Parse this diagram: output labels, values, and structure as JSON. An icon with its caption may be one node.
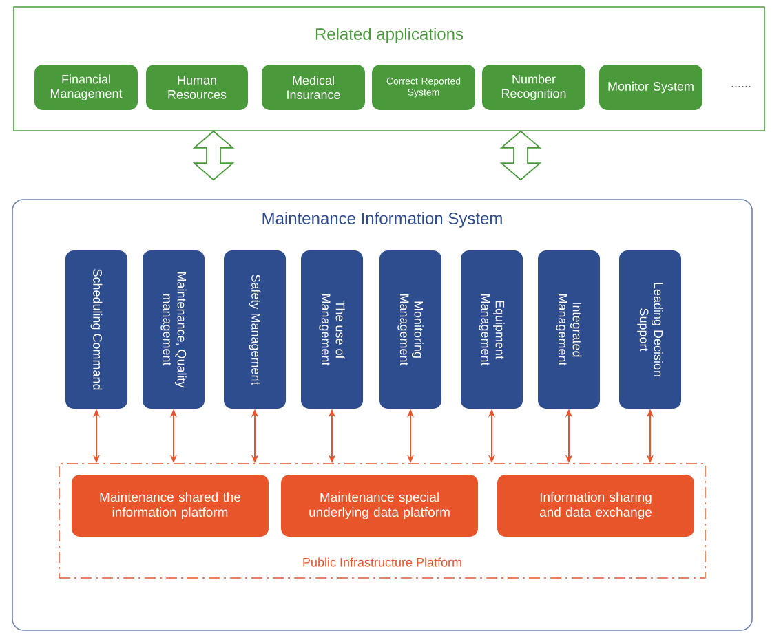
{
  "diagram": {
    "nodes": [
      {
        "text": [
          "Related applications"
        ]
      },
      {
        "text": [
          "Financial Management"
        ],
        "in": 0
      },
      {
        "text": [
          "Human Resources"
        ],
        "in": 0
      },
      {
        "text": [
          "Medical Insurance"
        ],
        "in": 0
      },
      {
        "text": [
          "Correct Reported System"
        ],
        "in": 0
      },
      {
        "text": [
          "Number Recognition"
        ],
        "in": 0
      },
      {
        "text": [
          "Monitor System"
        ],
        "in": 0
      },
      {
        "text": [
          "Maintenance Information System"
        ]
      },
      {
        "text": [
          "Scheduling Command"
        ],
        "in": 7
      },
      {
        "text": [
          "Maintenance, Quality management"
        ],
        "in": 7
      },
      {
        "text": [
          "Safety Management"
        ],
        "in": 7
      },
      {
        "text": [
          "The use of Management"
        ],
        "in": 7
      },
      {
        "text": [
          "Monitoring Management"
        ],
        "in": 7
      },
      {
        "text": [
          "Equipment Management"
        ],
        "in": 7
      },
      {
        "text": [
          "Integrated Management"
        ],
        "in": 7
      },
      {
        "text": [
          "Leading Decision Support"
        ],
        "in": 7
      },
      {
        "text": [
          "Public Infrastructure Platform"
        ],
        "in": 7
      },
      {
        "text": [
          "Maintenance shared the information platform"
        ],
        "in": 16
      },
      {
        "text": [
          "Maintenance special underlying data platform"
        ],
        "in": 16
      },
      {
        "text": [
          "Information sharing and data exchange"
        ],
        "in": 16
      }
    ],
    "edges": [
      {
        "from": 0,
        "to": 7,
        "arrow": "both",
        "style": "thick",
        "color": "#4a9a3c"
      },
      {
        "from": 0,
        "to": 7,
        "arrow": "both",
        "style": "thick",
        "color": "#4a9a3c"
      },
      {
        "from": 8,
        "to": 16,
        "arrow": "both"
      },
      {
        "from": 9,
        "to": 16,
        "arrow": "both"
      },
      {
        "from": 10,
        "to": 16,
        "arrow": "both"
      },
      {
        "from": 11,
        "to": 16,
        "arrow": "both"
      },
      {
        "from": 12,
        "to": 16,
        "arrow": "both"
      },
      {
        "from": 13,
        "to": 16,
        "arrow": "both"
      },
      {
        "from": 14,
        "to": 16,
        "arrow": "both"
      },
      {
        "from": 15,
        "to": 16,
        "arrow": "both"
      }
    ],
    "labels": [
      "......"
    ]
  }
}
